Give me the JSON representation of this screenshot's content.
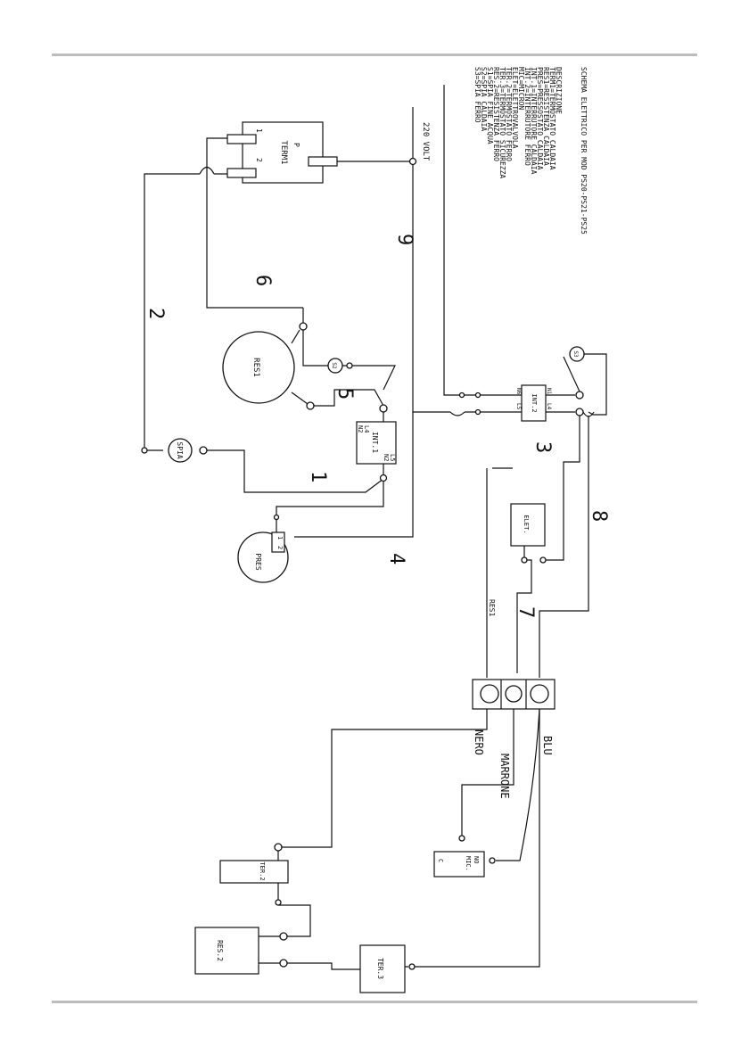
{
  "legend": {
    "title": "SCHEMA ELETTRICO PER MOD PS20-PS21-PS25",
    "lines": [
      "DESCRIZIONE",
      "TERM1=TERMOSTATO CALDAIA",
      "RES1=RESISTENZA CALDAIA",
      "PRES=PRESSOSTATO CALDAIA",
      "INT.1=INTERRUTORE CALDAIA",
      "INT.2=INTERRUTORE FERRO",
      "MIC=MICRON",
      "ELET=ELETTROVALVOLA",
      "TER.2=TERMOSTATO FERRO",
      "TER.3=TERMOSTATO SICUREZZA",
      "RES.2=RESISTENZA FERRO",
      "S1=SPIA FINE ACQUA",
      "S2=SPIA CALDAIA",
      "S3=SPIA FERRO"
    ]
  },
  "supply": "220 VOLT",
  "components": {
    "term1": {
      "label": "TERM1",
      "pin1": "1",
      "pin2": "2",
      "pinP": "P"
    },
    "res1": "RES1",
    "s2": "S2",
    "s3": "S3",
    "spia": "SPIA",
    "int1": {
      "label": "INT.1",
      "n2a": "N2",
      "l4": "L4",
      "n2b": "N2",
      "l5": "L5"
    },
    "int2": {
      "label": "INT.2",
      "n1": "N1",
      "l4": "L4",
      "n6": "N6",
      "l5": "L5"
    },
    "pres": {
      "label": "PRES",
      "p1": "1",
      "p2": "2"
    },
    "elet": "ELET.",
    "mic": {
      "label": "MIC.",
      "no": "NO",
      "c": "C"
    },
    "ter2": "TER.2",
    "ter3": "TER.3",
    "res2": "RES.2",
    "res1_wire": "RES1"
  },
  "wire_numbers": [
    "1",
    "2",
    "3",
    "4",
    "5",
    "6",
    "7",
    "8",
    "9"
  ],
  "wire_colors": {
    "nero": "NERO",
    "marrone": "MARRONE",
    "blu": "BLU"
  }
}
